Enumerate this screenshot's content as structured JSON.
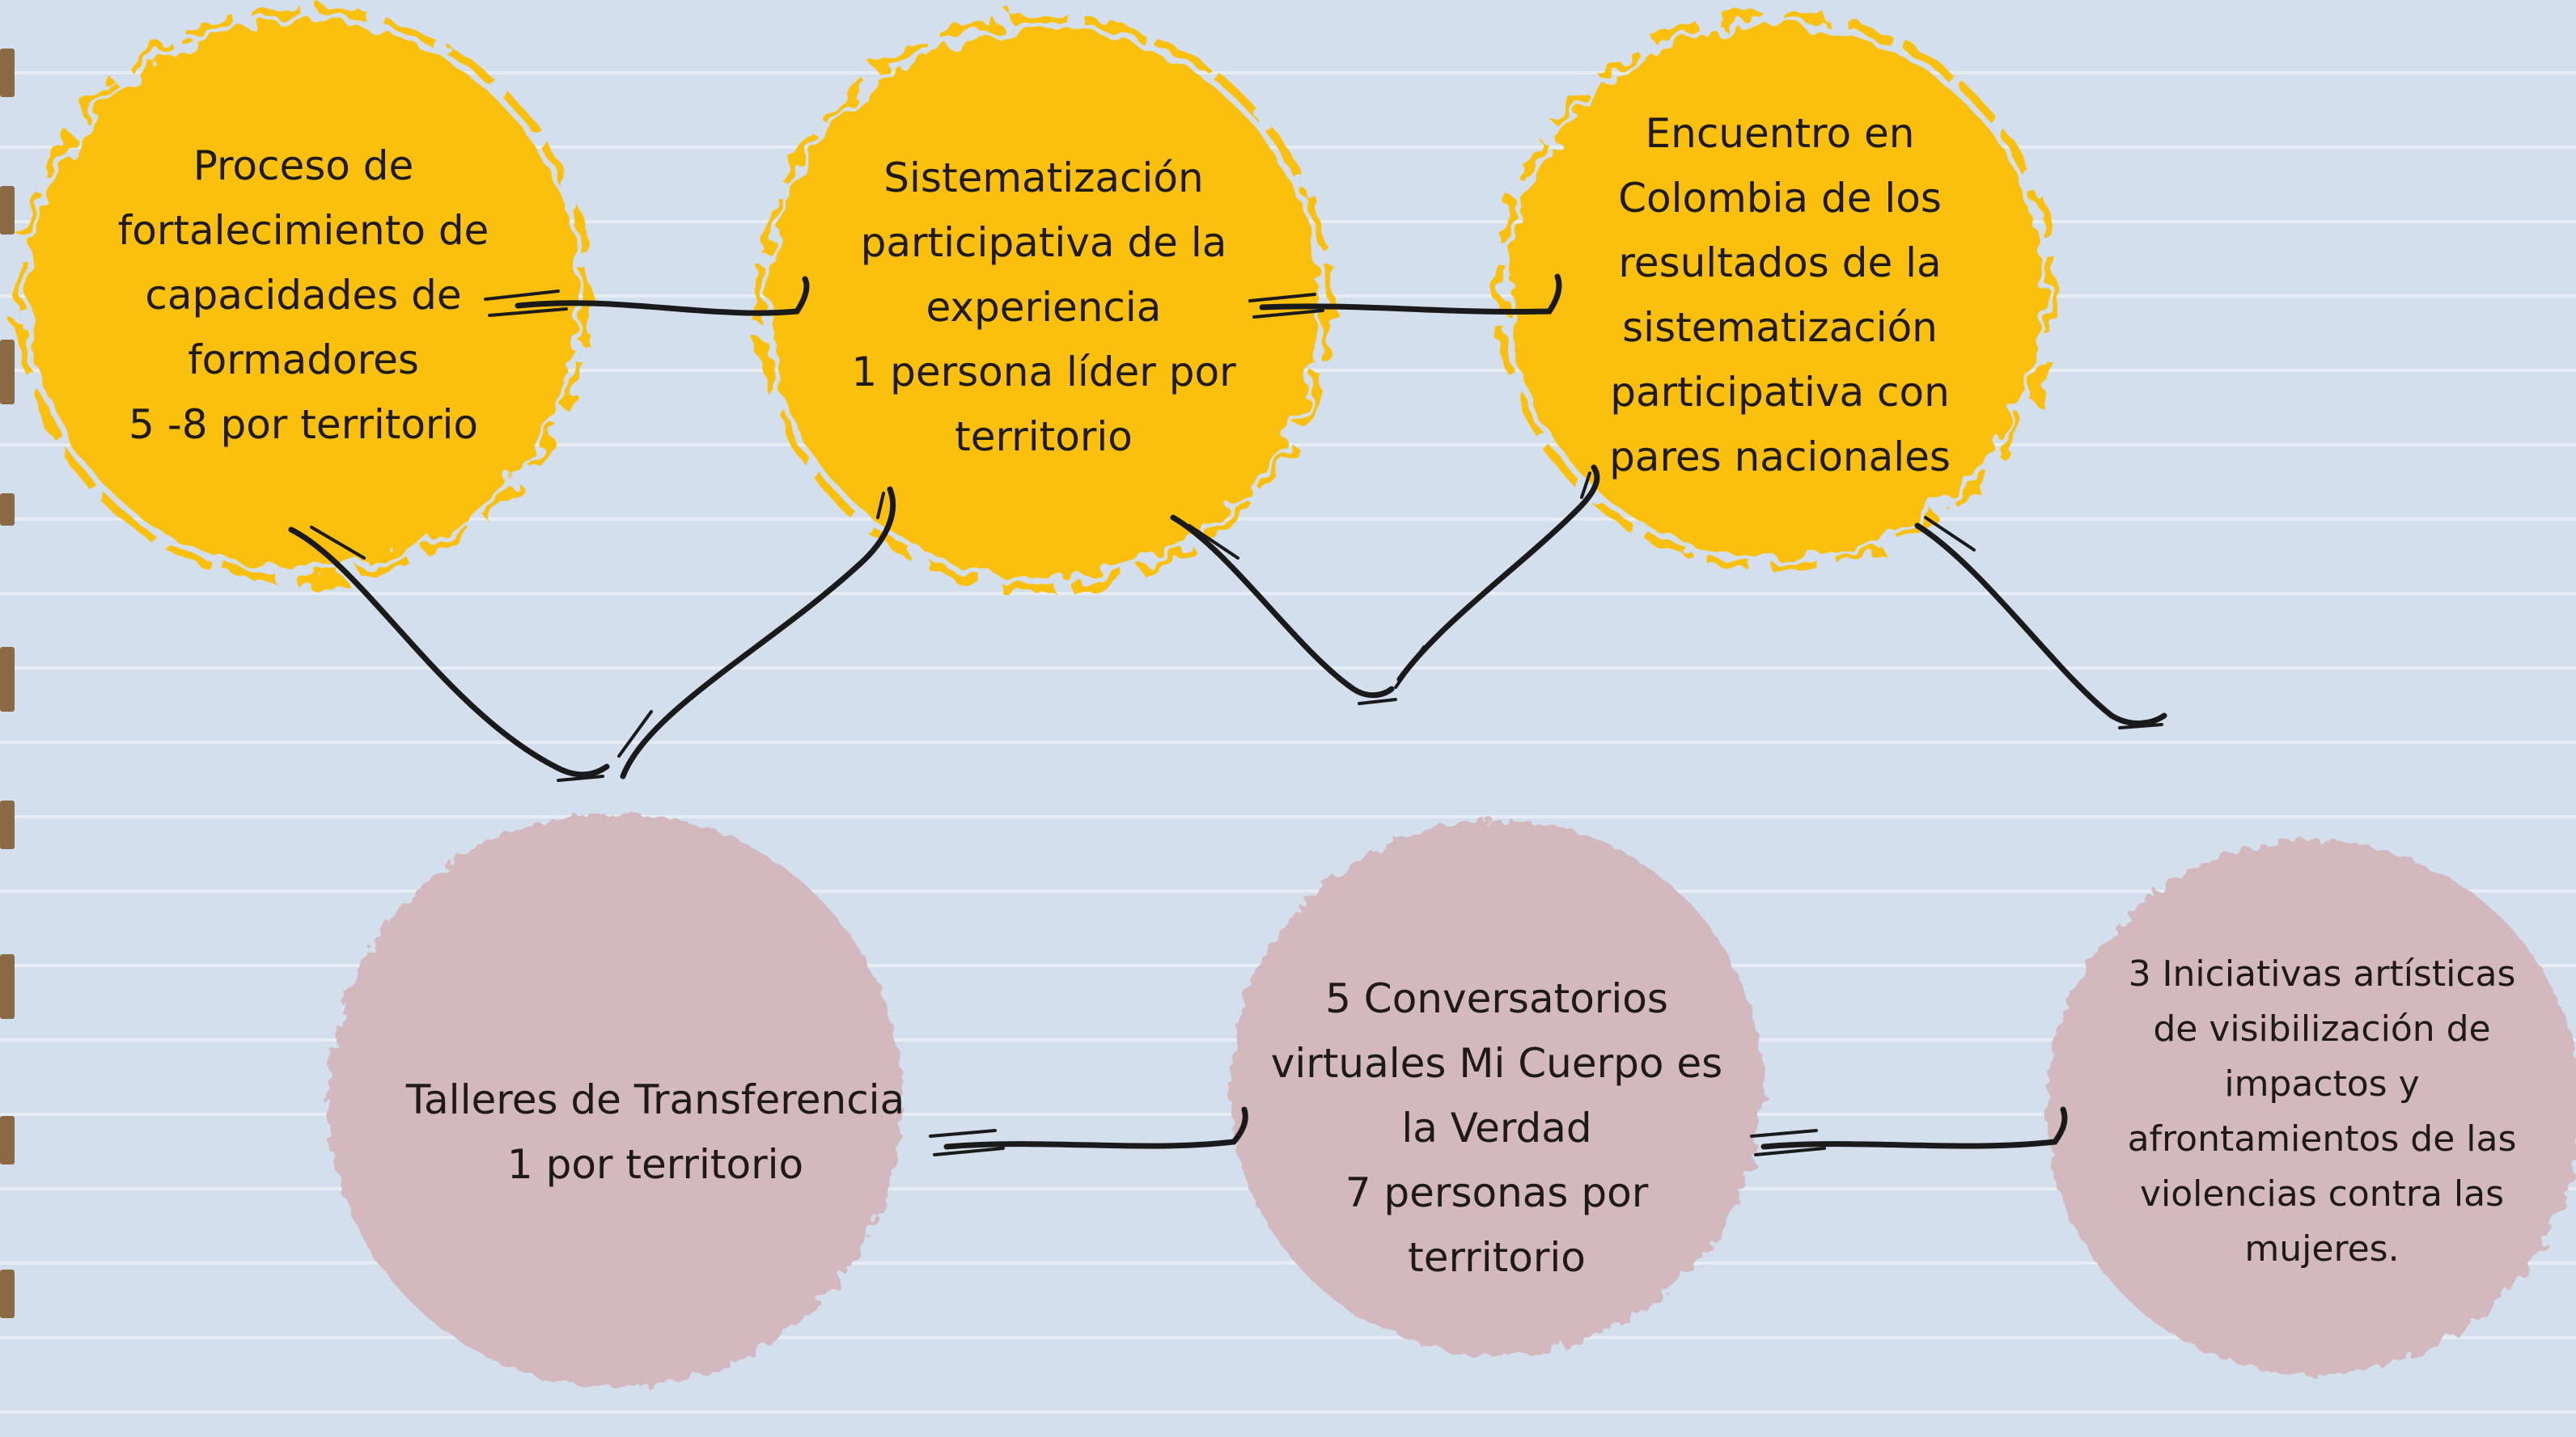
{
  "colors": {
    "background": "#d3dfed",
    "yellow": "#fbbf0b",
    "pink": "#d3b9bd",
    "line": "#1a1a1a"
  },
  "nodes": {
    "fortalecimiento": [
      "Proceso de",
      "fortalecimiento de",
      "capacidades de",
      "formadores",
      "5 -8 por territorio"
    ],
    "sistematizacion": [
      "Sistematización",
      "participativa de la",
      "experiencia",
      "1 persona líder por",
      "territorio"
    ],
    "encuentro": [
      "Encuentro en",
      "Colombia de los",
      "resultados de la",
      "sistematización",
      "participativa con",
      "pares nacionales"
    ],
    "talleres": [
      "Talleres de Transferencia",
      "1 por territorio"
    ],
    "conversatorios": [
      "5 Conversatorios",
      "virtuales Mi Cuerpo es",
      "la Verdad",
      "7 personas por",
      "territorio"
    ],
    "iniciativas": [
      "3 Iniciativas artísticas",
      "de visibilización de",
      "impactos y",
      "afrontamientos de las",
      "violencias contra las",
      "mujeres."
    ]
  }
}
